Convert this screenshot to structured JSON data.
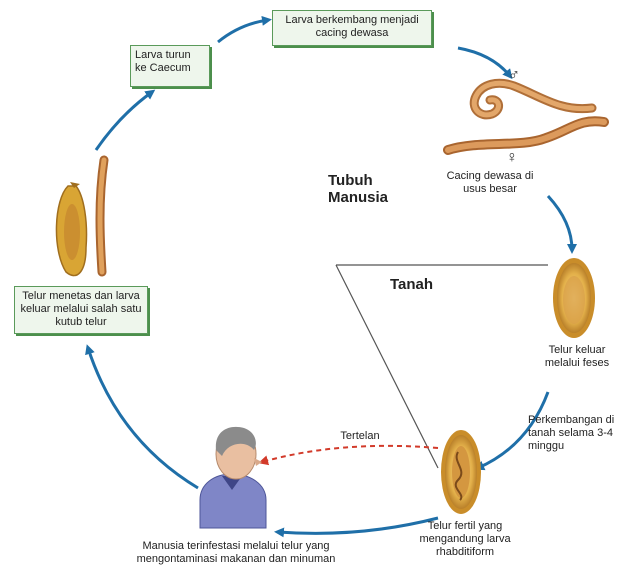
{
  "stages": {
    "larva_turun": "Larva turun ke Caecum",
    "larva_berkembang": "Larva berkembang menjadi cacing dewasa",
    "cacing_dewasa": "Cacing dewasa di usus besar",
    "telur_keluar": "Telur keluar melalui feses",
    "perkembangan": "Perkembangan di tanah selama 3-4 minggu",
    "telur_fertil": "Telur fertil yang mengandung larva rhabditiform",
    "tertelan": "Tertelan",
    "manusia_terinfestasi": "Manusia terinfestasi melalui telur yang mengontaminasi makanan dan minuman",
    "telur_menetas": "Telur menetas dan larva keluar melalui salah satu kutub telur"
  },
  "regions": {
    "tubuh_manusia": "Tubuh Manusia",
    "tanah": "Tanah"
  },
  "symbols": {
    "male": "♂",
    "female": "♀"
  },
  "colors": {
    "arrow": "#1f6fa8",
    "box_fill": "#eef6ec",
    "box_border": "#5a9a5a",
    "egg_shell": "#d9a534",
    "worm": "#c8844a",
    "ingest_arrow": "#d23a2a"
  }
}
